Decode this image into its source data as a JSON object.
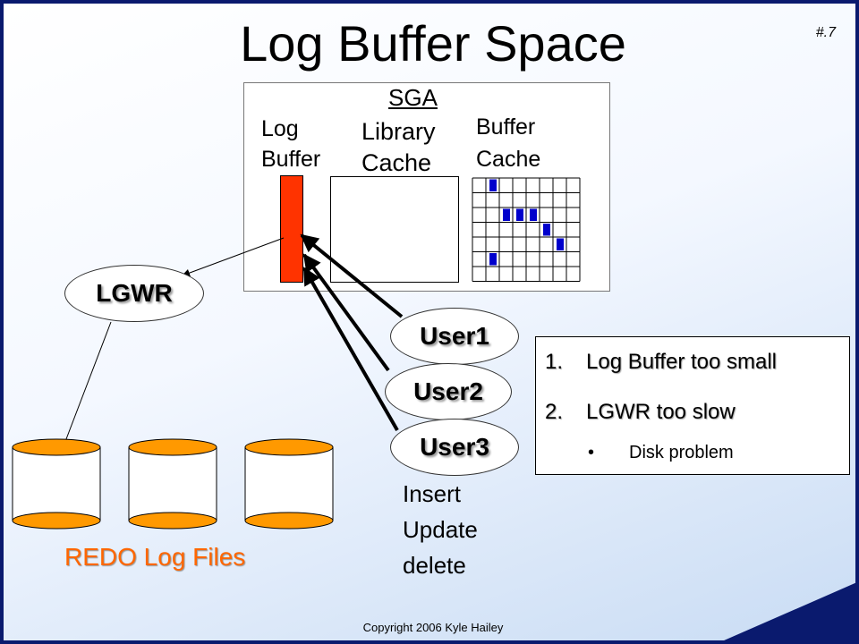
{
  "slide": {
    "title": "Log Buffer Space",
    "slide_number": "#.7",
    "copyright": "Copyright 2006 Kyle Hailey"
  },
  "sga": {
    "label": "SGA",
    "log_buffer_label_1": "Log",
    "log_buffer_label_2": "Buffer",
    "library_cache_label_1": "Library",
    "library_cache_label_2": "Cache",
    "buffer_cache_label_1": "Buffer",
    "buffer_cache_label_2": "Cache"
  },
  "processes": {
    "lgwr": "LGWR",
    "user1": "User1",
    "user2": "User2",
    "user3": "User3"
  },
  "operations": [
    "Insert",
    "Update",
    "delete"
  ],
  "redo": {
    "label": "REDO Log Files"
  },
  "causes": {
    "item1_num": "1.",
    "item1": "Log Buffer too small",
    "item2_num": "2.",
    "item2": "LGWR too slow",
    "sub_bullet": "•",
    "sub_item": "Disk problem"
  },
  "colors": {
    "log_buffer": "#ff3300",
    "disk_fill": "#ff9900",
    "dirty_block": "#0000cc",
    "redo_text": "#ff6600",
    "frame": "#0a1a6e"
  }
}
